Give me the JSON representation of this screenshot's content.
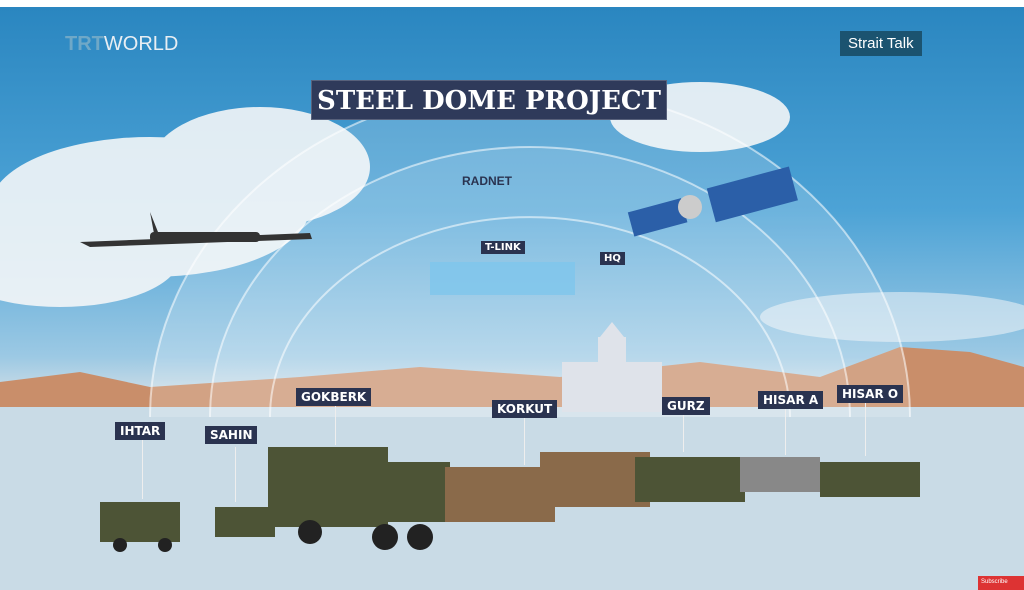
{
  "branding": {
    "logo_prefix": "TRT",
    "logo_suffix": "WORLD",
    "show_name": "Strait Talk"
  },
  "title": "STEEL DOME PROJECT",
  "labels": {
    "radnet": "RADNET",
    "tlink": "T-LINK",
    "hq": "HQ",
    "ihtar": "IHTAR",
    "sahin": "SAHIN",
    "gokberk": "GOKBERK",
    "korkut": "KORKUT",
    "gurz": "GURZ",
    "hisar_a": "HISAR A",
    "hisar_o": "HISAR O"
  },
  "subscribe": "Subscribe",
  "colors": {
    "label_bg": "#2a3350",
    "sky": "#2a86c0",
    "ground": "#e58b3e"
  }
}
